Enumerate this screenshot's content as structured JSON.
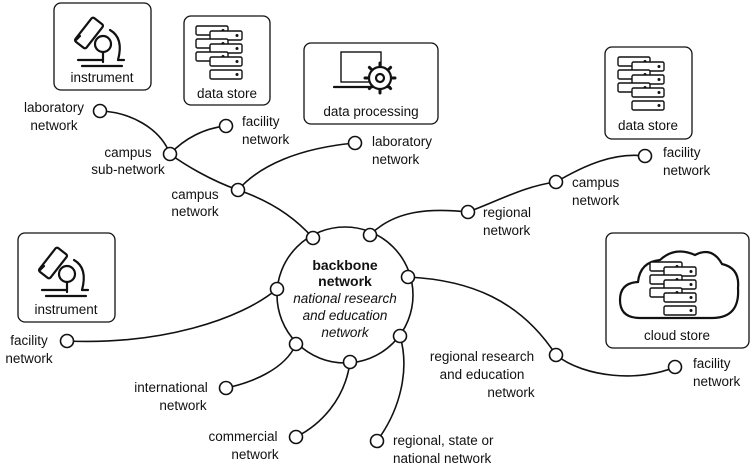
{
  "backbone": {
    "title_line1": "backbone",
    "title_line2": "network",
    "subtitle_line1": "national research",
    "subtitle_line2": "and education",
    "subtitle_line3": "network"
  },
  "networks": {
    "laboratory_left": [
      "laboratory",
      "network"
    ],
    "facility_top": [
      "facility",
      "network"
    ],
    "campus_sub": [
      "campus",
      "sub-network"
    ],
    "laboratory_mid": [
      "laboratory",
      "network"
    ],
    "campus_left": [
      "campus",
      "network"
    ],
    "facility_right_top": [
      "facility",
      "network"
    ],
    "campus_right": [
      "campus",
      "network"
    ],
    "regional": [
      "regional",
      "network"
    ],
    "facility_left": [
      "facility",
      "network"
    ],
    "regional_research": [
      "regional research",
      "and education",
      "network"
    ],
    "facility_right_bottom": [
      "facility",
      "network"
    ],
    "international": [
      "international",
      "network"
    ],
    "commercial": [
      "commercial",
      "network"
    ],
    "regional_state": [
      "regional, state or",
      "national network"
    ]
  },
  "resources": {
    "instrument_top": "instrument",
    "data_store_top": "data store",
    "data_processing": "data processing",
    "data_store_right": "data store",
    "instrument_left": "instrument",
    "cloud_store": "cloud store"
  },
  "icons": [
    "microscope-icon",
    "server-rack-icon",
    "laptop-gear-icon",
    "cloud-server-icon"
  ]
}
